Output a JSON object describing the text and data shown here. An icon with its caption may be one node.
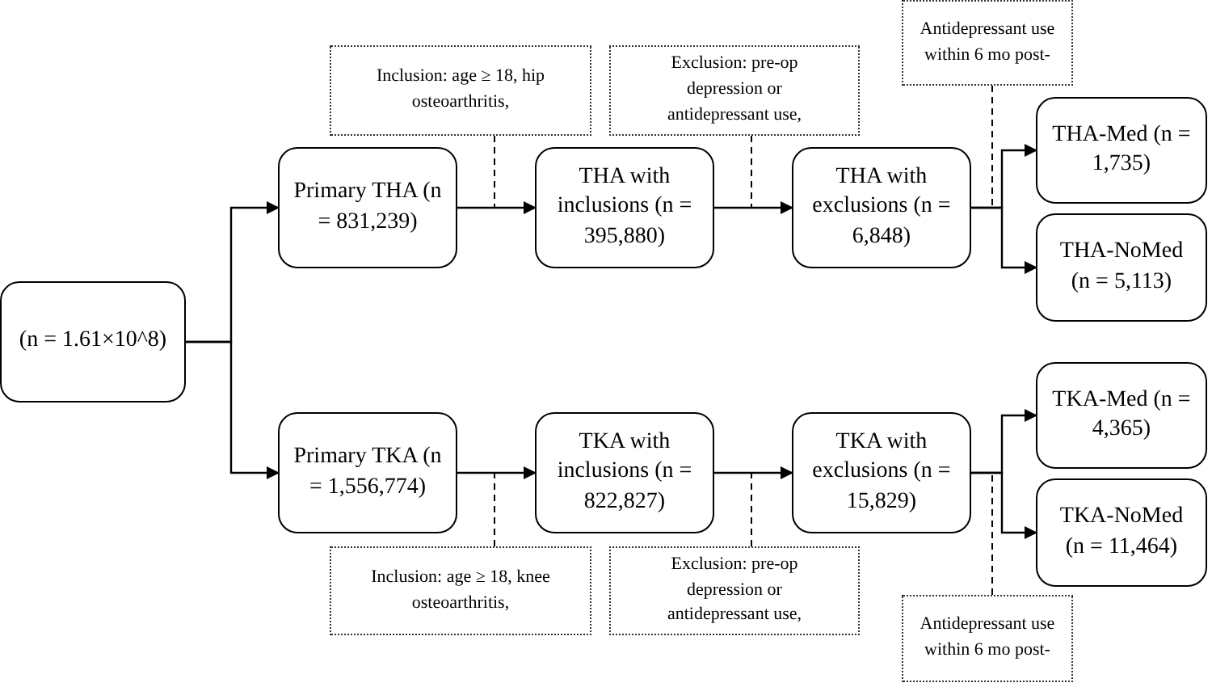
{
  "diagram": {
    "nodes": [
      {
        "text": [
          "(n = 1.61×10^8)"
        ]
      },
      {
        "text": [
          "Primary THA (n = 831,239)"
        ]
      },
      {
        "text": [
          "THA with inclusions (n = 395,880)"
        ]
      },
      {
        "text": [
          "THA with exclusions (n = 6,848)"
        ]
      },
      {
        "text": [
          "THA-Med (n = 1,735)"
        ]
      },
      {
        "text": [
          "THA-NoMed (n = 5,113)"
        ]
      },
      {
        "text": [
          "Primary TKA (n = 1,556,774)"
        ]
      },
      {
        "text": [
          "TKA with inclusions (n = 822,827)"
        ]
      },
      {
        "text": [
          "TKA with exclusions (n = 15,829)"
        ]
      },
      {
        "text": [
          "TKA-Med (n = 4,365)"
        ]
      },
      {
        "text": [
          "TKA-NoMed (n = 11,464)"
        ]
      },
      {
        "text": [
          "Inclusion: age ≥ 18, hip osteoarthritis,"
        ]
      },
      {
        "text": [
          "Exclusion: pre-op depression or antidepressant use,"
        ]
      },
      {
        "text": [
          "Antidepressant use within 6 mo post-"
        ]
      },
      {
        "text": [
          "Inclusion: age ≥ 18, knee osteoarthritis,"
        ]
      },
      {
        "text": [
          "Exclusion: pre-op depression or antidepressant use,"
        ]
      },
      {
        "text": [
          "Antidepressant use within 6 mo post-"
        ]
      }
    ],
    "edges": [
      {
        "from": 0,
        "to": 1,
        "arrow": "to"
      },
      {
        "from": 0,
        "to": 6,
        "arrow": "to"
      },
      {
        "from": 1,
        "to": 2,
        "arrow": "to"
      },
      {
        "from": 2,
        "to": 3,
        "arrow": "to"
      },
      {
        "from": 3,
        "to": 4,
        "arrow": "to"
      },
      {
        "from": 3,
        "to": 5,
        "arrow": "to"
      },
      {
        "from": 6,
        "to": 7,
        "arrow": "to"
      },
      {
        "from": 7,
        "to": 8,
        "arrow": "to"
      },
      {
        "from": 8,
        "to": 9,
        "arrow": "to"
      },
      {
        "from": 8,
        "to": 10,
        "arrow": "to"
      },
      {
        "from": 11,
        "to": null,
        "arrow": "none",
        "style": "dashed"
      },
      {
        "from": 12,
        "to": null,
        "arrow": "none",
        "style": "dashed"
      },
      {
        "from": 13,
        "to": null,
        "arrow": "none",
        "style": "dashed"
      },
      {
        "from": 14,
        "to": null,
        "arrow": "none",
        "style": "dashed"
      },
      {
        "from": 15,
        "to": null,
        "arrow": "none",
        "style": "dashed"
      },
      {
        "from": 16,
        "to": null,
        "arrow": "none",
        "style": "dashed"
      }
    ]
  }
}
